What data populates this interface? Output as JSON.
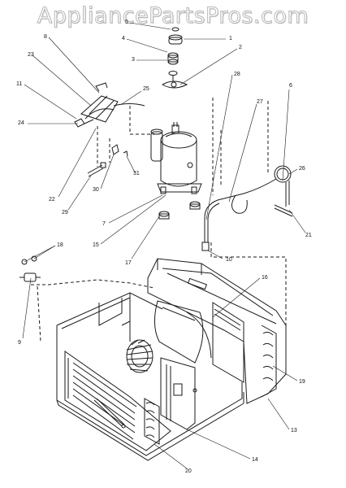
{
  "watermark": "AppliancePartsPros.com",
  "callouts": {
    "c1": "1",
    "c2": "2",
    "c3": "3",
    "c4": "4",
    "c5": "5",
    "c6": "6",
    "c7": "7",
    "c8": "8",
    "c9": "9",
    "c10": "10",
    "c11": "11",
    "c13": "13",
    "c14": "14",
    "c15": "15",
    "c16": "16",
    "c17": "17",
    "c18": "18",
    "c19": "19",
    "c20": "20",
    "c21": "21",
    "c22": "22",
    "c23": "23",
    "c24": "24",
    "c25": "25",
    "c26": "26",
    "c27": "27",
    "c28": "28",
    "c29": "29",
    "c30": "30",
    "c31": "31"
  },
  "colors": {
    "ink": "#1a1a1a",
    "watermark_outline": "#b8b8b8",
    "background": "#ffffff"
  }
}
